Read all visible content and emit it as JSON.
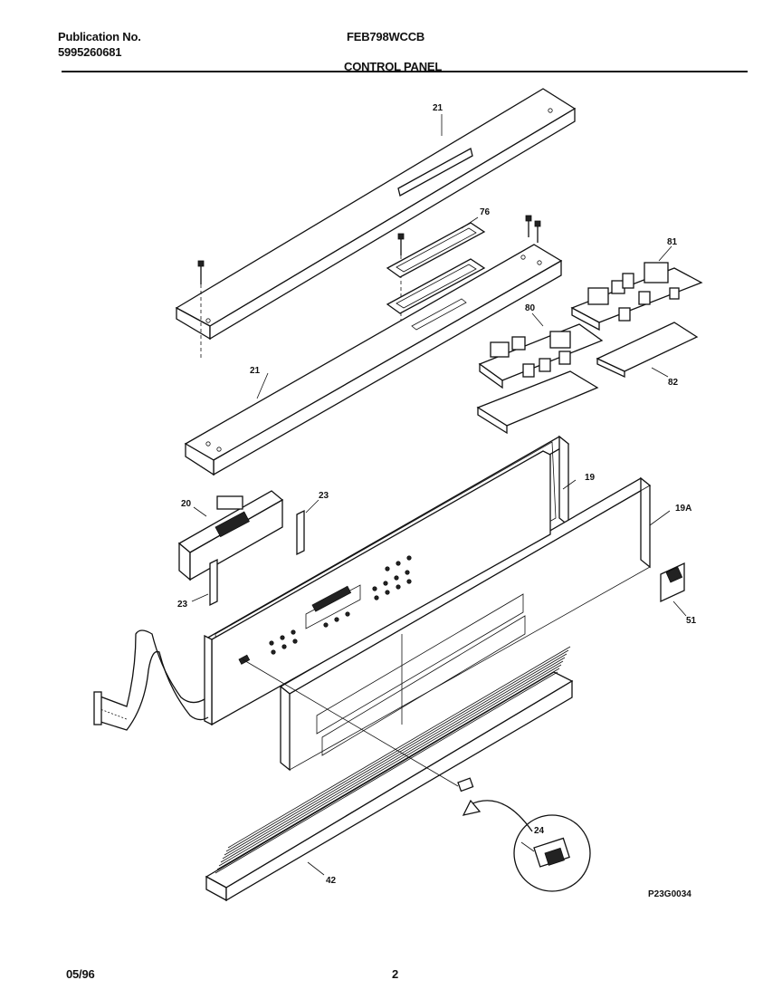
{
  "header": {
    "publication_label": "Publication No.",
    "publication_number": "5995260681",
    "model": "FEB798WCCB",
    "section_title": "CONTROL PANEL"
  },
  "callouts": {
    "p21_top": "21",
    "p21_mid": "21",
    "p76": "76",
    "p81": "81",
    "p80": "80",
    "p82": "82",
    "p19": "19",
    "p19A": "19A",
    "p20": "20",
    "p23_top": "23",
    "p23_bot": "23",
    "p51": "51",
    "p24": "24",
    "p42": "42"
  },
  "diagram_id": "P23G0034",
  "footer": {
    "date": "05/96",
    "page": "2"
  }
}
